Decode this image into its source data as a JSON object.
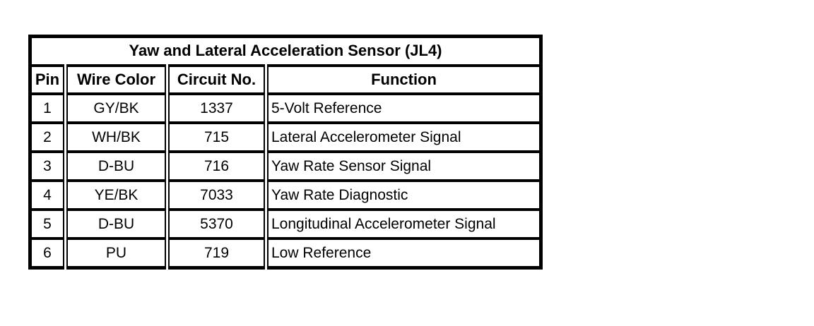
{
  "table": {
    "title": "Yaw and Lateral Acceleration Sensor (JL4)",
    "columns": {
      "pin": "Pin",
      "wire_color": "Wire Color",
      "circuit_no": "Circuit No.",
      "function": "Function"
    },
    "rows": [
      {
        "pin": "1",
        "wire_color": "GY/BK",
        "circuit_no": "1337",
        "function": "5-Volt Reference"
      },
      {
        "pin": "2",
        "wire_color": "WH/BK",
        "circuit_no": "715",
        "function": "Lateral Accelerometer Signal"
      },
      {
        "pin": "3",
        "wire_color": "D-BU",
        "circuit_no": "716",
        "function": "Yaw Rate Sensor Signal"
      },
      {
        "pin": "4",
        "wire_color": "YE/BK",
        "circuit_no": "7033",
        "function": "Yaw Rate Diagnostic"
      },
      {
        "pin": "5",
        "wire_color": "D-BU",
        "circuit_no": "5370",
        "function": "Longitudinal Accelerometer Signal"
      },
      {
        "pin": "6",
        "wire_color": "PU",
        "circuit_no": "719",
        "function": "Low Reference"
      }
    ],
    "colors": {
      "border": "#000000",
      "background": "#ffffff",
      "text": "#000000"
    }
  }
}
